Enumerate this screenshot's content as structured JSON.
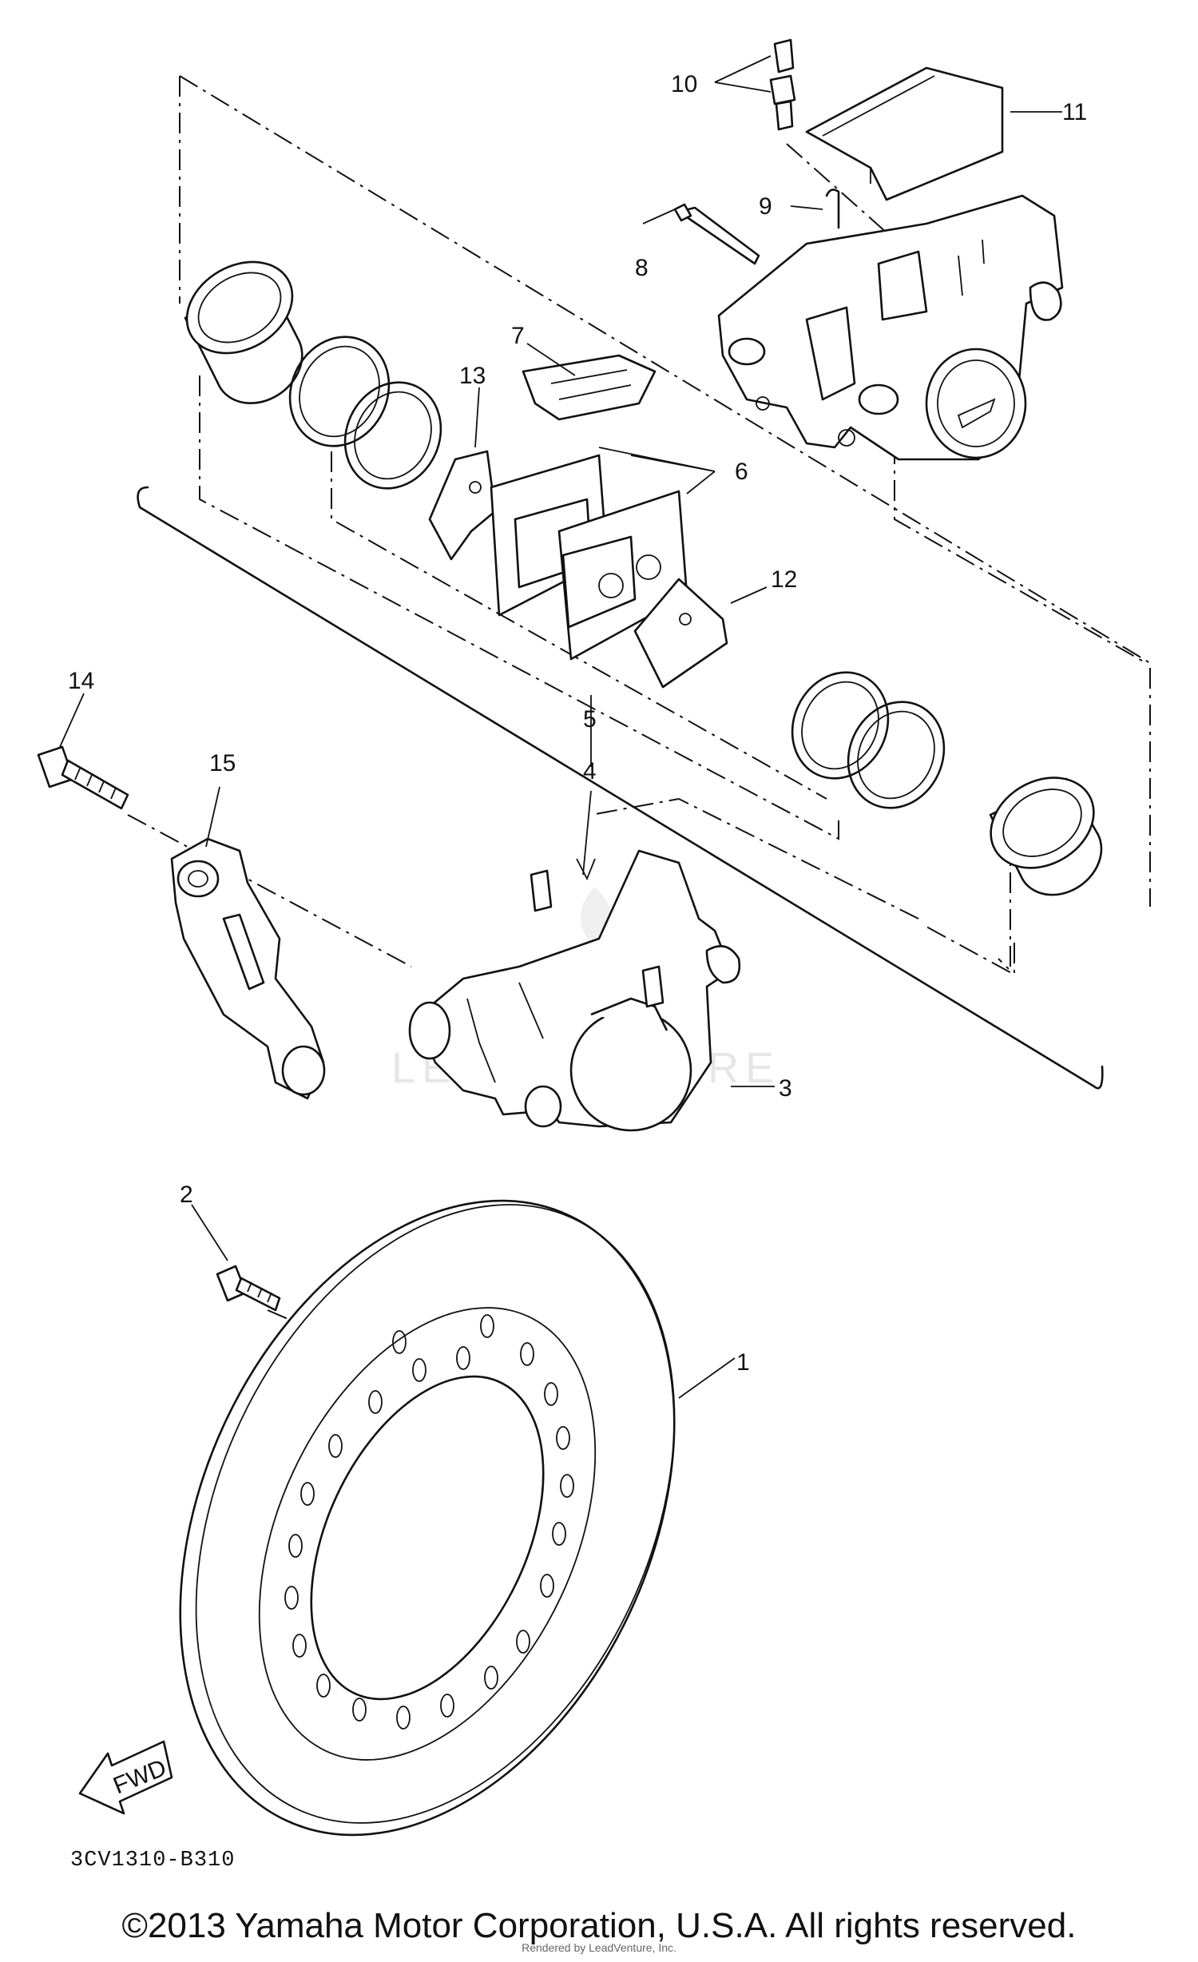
{
  "diagram": {
    "callouts": [
      "1",
      "2",
      "3",
      "4",
      "5",
      "6",
      "7",
      "8",
      "9",
      "10",
      "11",
      "12",
      "13",
      "14",
      "15"
    ],
    "fwd_label": "FWD",
    "drawing_code": "3CV1310-B310",
    "watermark": "LEADVENTURE"
  },
  "footer": {
    "copyright": "©2013 Yamaha Motor Corporation, U.S.A. All rights reserved.",
    "rendered_by": "Rendered by LeadVenture, Inc."
  }
}
